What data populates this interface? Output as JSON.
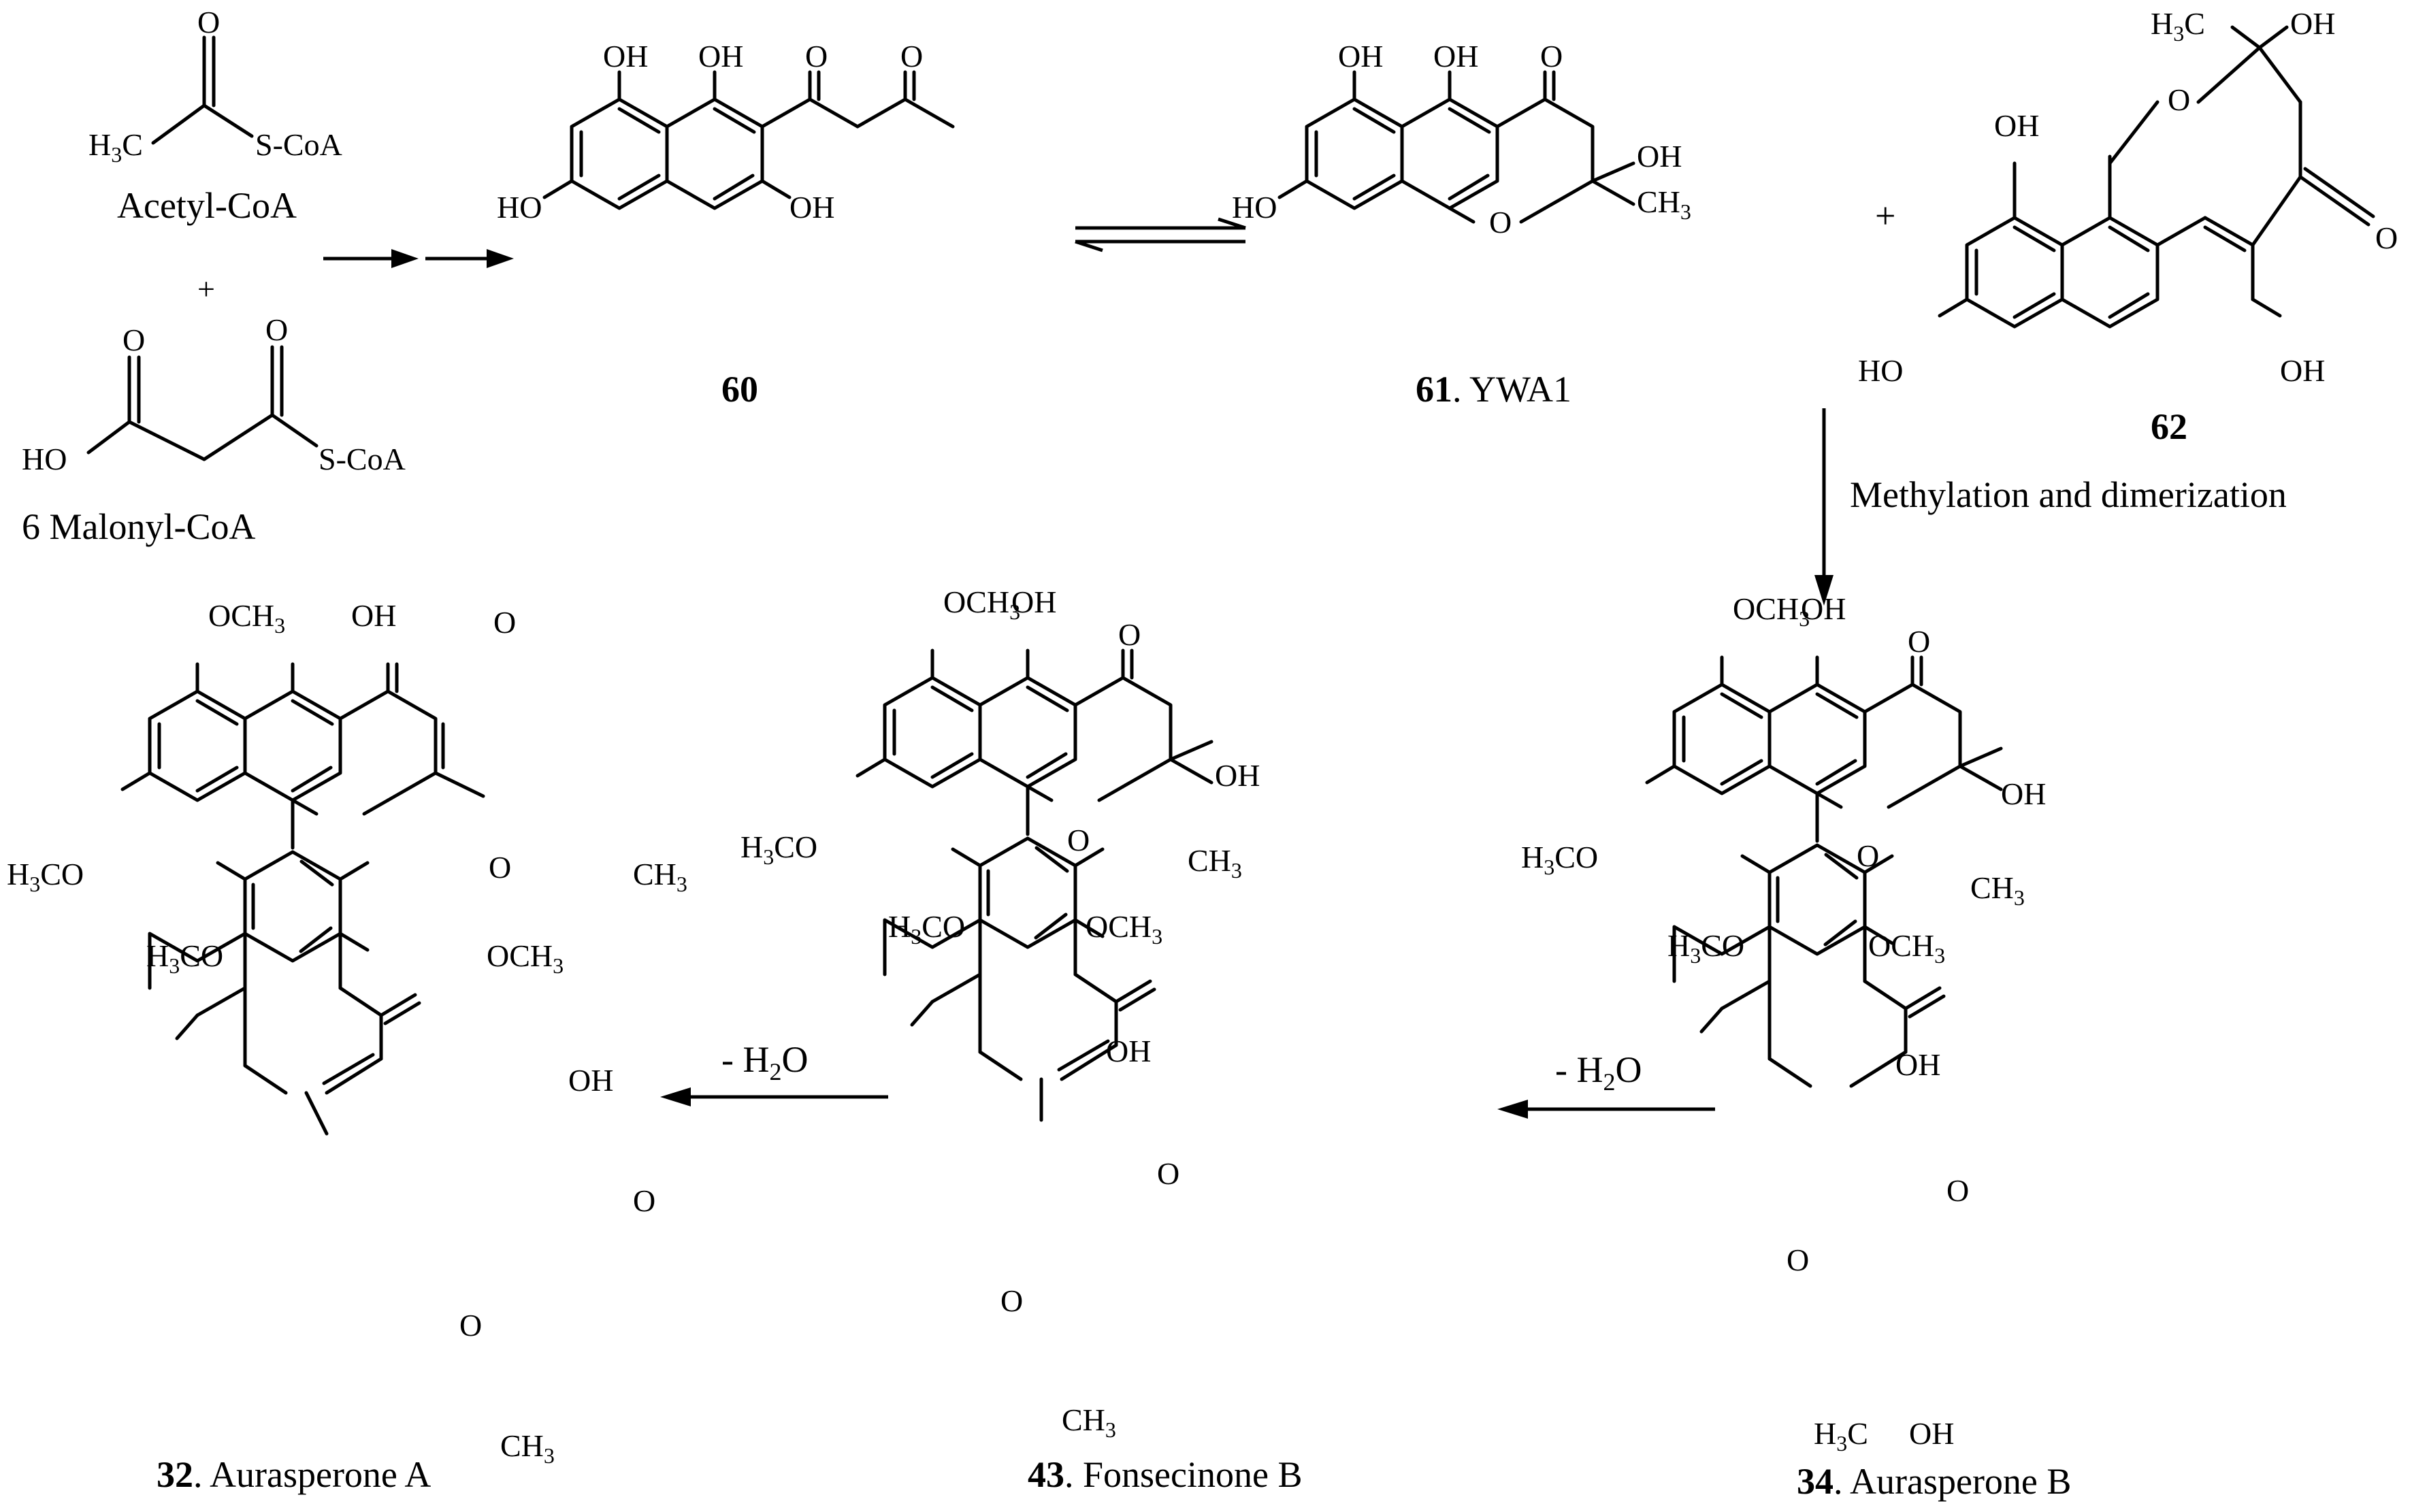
{
  "reagents": {
    "acetyl": {
      "carbonyl_o": "O",
      "methyl": "H",
      "methyl_sub": "3",
      "methyl_c": "C",
      "thioester": "S-CoA",
      "name": "Acetyl-CoA"
    },
    "plus": "+",
    "malonyl": {
      "acid_o": "O",
      "thio_o": "O",
      "hydroxyl": "HO",
      "thioester": "S-CoA",
      "name": "6 Malonyl-CoA"
    }
  },
  "compounds": {
    "c60": {
      "number": "60",
      "labels": {
        "oh_a": "OH",
        "oh_b": "OH",
        "o_a": "O",
        "o_b": "O",
        "ho_left": "HO",
        "oh_right": "OH"
      }
    },
    "c61": {
      "number": "61",
      "name": ". YWA1",
      "labels": {
        "oh_a": "OH",
        "oh_b": "OH",
        "o_keto": "O",
        "ho_left": "HO",
        "o_ring": "O",
        "oh_right": "OH",
        "ch3": "CH",
        "ch3_sub": "3"
      }
    },
    "c62": {
      "number": "62",
      "labels": {
        "h3c_h": "H",
        "h3c_sub": "3",
        "h3c_c": "C",
        "oh_top": "OH",
        "oh_left": "OH",
        "o_ring": "O",
        "o_keto": "O",
        "ho_left": "HO",
        "oh_bottom": "OH"
      }
    },
    "c34": {
      "number": "34",
      "name": ". Aurasperone B",
      "labels": {
        "och3_a": "OCH",
        "och3_a_sub": "3",
        "oh_a": "OH",
        "o_a": "O",
        "h3co_a": "H",
        "h3co_a_sub": "3",
        "h3co_a_tail": "CO",
        "oh_ring_a": "OH",
        "o_ring_a": "O",
        "ch3_a": "CH",
        "ch3_a_sub": "3",
        "h3co_b": "H",
        "h3co_b_sub": "3",
        "h3co_b_tail": "CO",
        "och3_b": "OCH",
        "och3_b_sub": "3",
        "oh_b": "OH",
        "o_b": "O",
        "o_ring_b": "O",
        "h3c_b": "H",
        "h3c_b_sub": "3",
        "h3c_b_tail": "C",
        "oh_ring_b": "OH"
      }
    },
    "c43": {
      "number": "43",
      "name": ". Fonsecinone B",
      "labels": {
        "och3_a": "OCH",
        "och3_a_sub": "3",
        "oh_a": "OH",
        "o_a": "O",
        "h3co_a": "H",
        "h3co_a_sub": "3",
        "h3co_a_tail": "CO",
        "oh_ring_a": "OH",
        "o_ring_a": "O",
        "ch3_a": "CH",
        "ch3_a_sub": "3",
        "h3co_b": "H",
        "h3co_b_sub": "3",
        "h3co_b_tail": "CO",
        "och3_b": "OCH",
        "och3_b_sub": "3",
        "oh_b": "OH",
        "o_b": "O",
        "o_ring_b": "O",
        "ch3_b": "CH",
        "ch3_b_sub": "3"
      }
    },
    "c32": {
      "number": "32",
      "name": ". Aurasperone A",
      "labels": {
        "och3_a": "OCH",
        "och3_a_sub": "3",
        "oh_a": "OH",
        "o_a": "O",
        "h3co_a": "H",
        "h3co_a_sub": "3",
        "h3co_a_tail": "CO",
        "o_ring_a": "O",
        "ch3_a": "CH",
        "ch3_a_sub": "3",
        "h3co_b": "H",
        "h3co_b_sub": "3",
        "h3co_b_tail": "CO",
        "och3_b": "OCH",
        "och3_b_sub": "3",
        "oh_b": "OH",
        "o_b": "O",
        "o_ring_b": "O",
        "ch3_b": "CH",
        "ch3_b_sub": "3"
      }
    }
  },
  "steps": {
    "plus_61_62": "+",
    "methylation": "Methylation and dimerization",
    "dehydration_1": {
      "prefix": "- H",
      "sub": "2",
      "suffix": "O"
    },
    "dehydration_2": {
      "prefix": "- H",
      "sub": "2",
      "suffix": "O"
    }
  }
}
